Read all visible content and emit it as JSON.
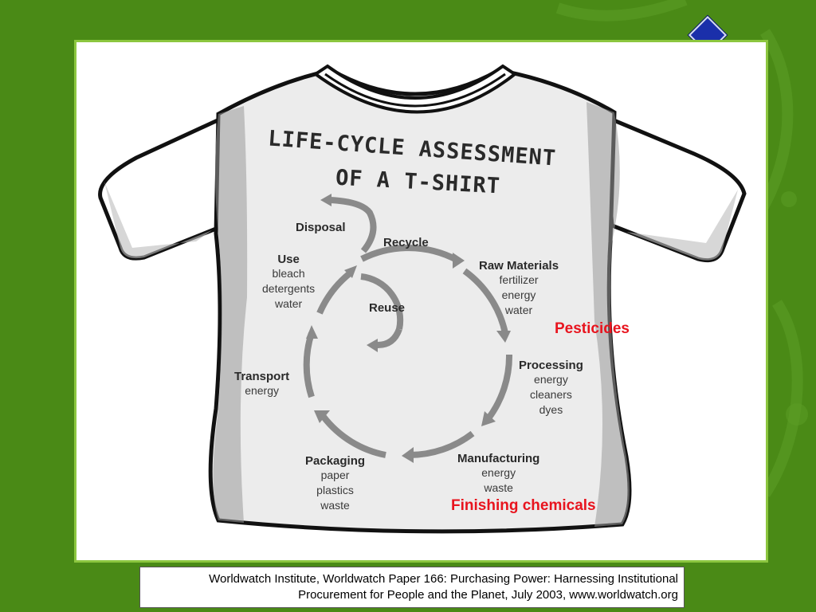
{
  "diagram": {
    "title_line1": "LIFE-CYCLE ASSESSMENT",
    "title_line2": "OF A T-SHIRT",
    "stages": {
      "disposal": {
        "label": "Disposal",
        "items": []
      },
      "recycle": {
        "label": "Recycle",
        "items": []
      },
      "raw_materials": {
        "label": "Raw Materials",
        "items": [
          "fertilizer",
          "energy",
          "water"
        ]
      },
      "reuse": {
        "label": "Reuse",
        "items": []
      },
      "use": {
        "label": "Use",
        "items": [
          "bleach",
          "detergents",
          "water"
        ]
      },
      "processing": {
        "label": "Processing",
        "items": [
          "energy",
          "cleaners",
          "dyes"
        ]
      },
      "transport": {
        "label": "Transport",
        "items": [
          "energy"
        ]
      },
      "packaging": {
        "label": "Packaging",
        "items": [
          "paper",
          "plastics",
          "waste"
        ]
      },
      "manufacturing": {
        "label": "Manufacturing",
        "items": [
          "energy",
          "waste"
        ]
      }
    },
    "annotations": {
      "pesticides": "Pesticides",
      "finishing": "Finishing chemicals"
    },
    "colors": {
      "background": "#4a8a16",
      "panel_border": "#8cc63f",
      "annotation": "#e8141e",
      "diamond": "#1a2faa"
    }
  },
  "caption": {
    "line1": "Worldwatch Institute, Worldwatch Paper 166: Purchasing Power: Harnessing Institutional",
    "line2": "Procurement for People and the Planet, July 2003, www.worldwatch.org"
  }
}
